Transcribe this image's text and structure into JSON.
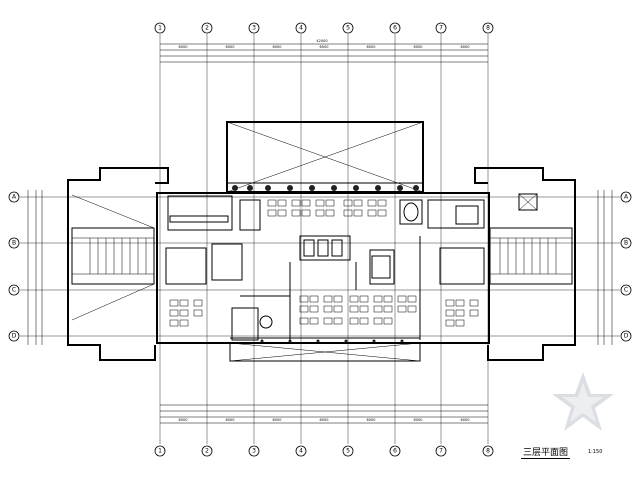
{
  "grid_axes": {
    "vertical": [
      "1",
      "2",
      "3",
      "4",
      "5",
      "6",
      "7",
      "8"
    ],
    "horizontal": [
      "A",
      "B",
      "C",
      "D"
    ]
  },
  "dimensions": {
    "overall_width": "42000",
    "top_segments": [
      "6000",
      "6000",
      "6000",
      "6000",
      "6000",
      "6000",
      "6000"
    ],
    "bottom_segments": [
      "6000",
      "6000",
      "6000",
      "6000",
      "6000",
      "6000",
      "6000"
    ]
  },
  "drawing_title": "三层平面图",
  "drawing_scale": "1:150",
  "colors": {
    "line": "#000000",
    "background": "#ffffff"
  },
  "icons": [
    "north-grid-bubble",
    "star-watermark-icon"
  ]
}
